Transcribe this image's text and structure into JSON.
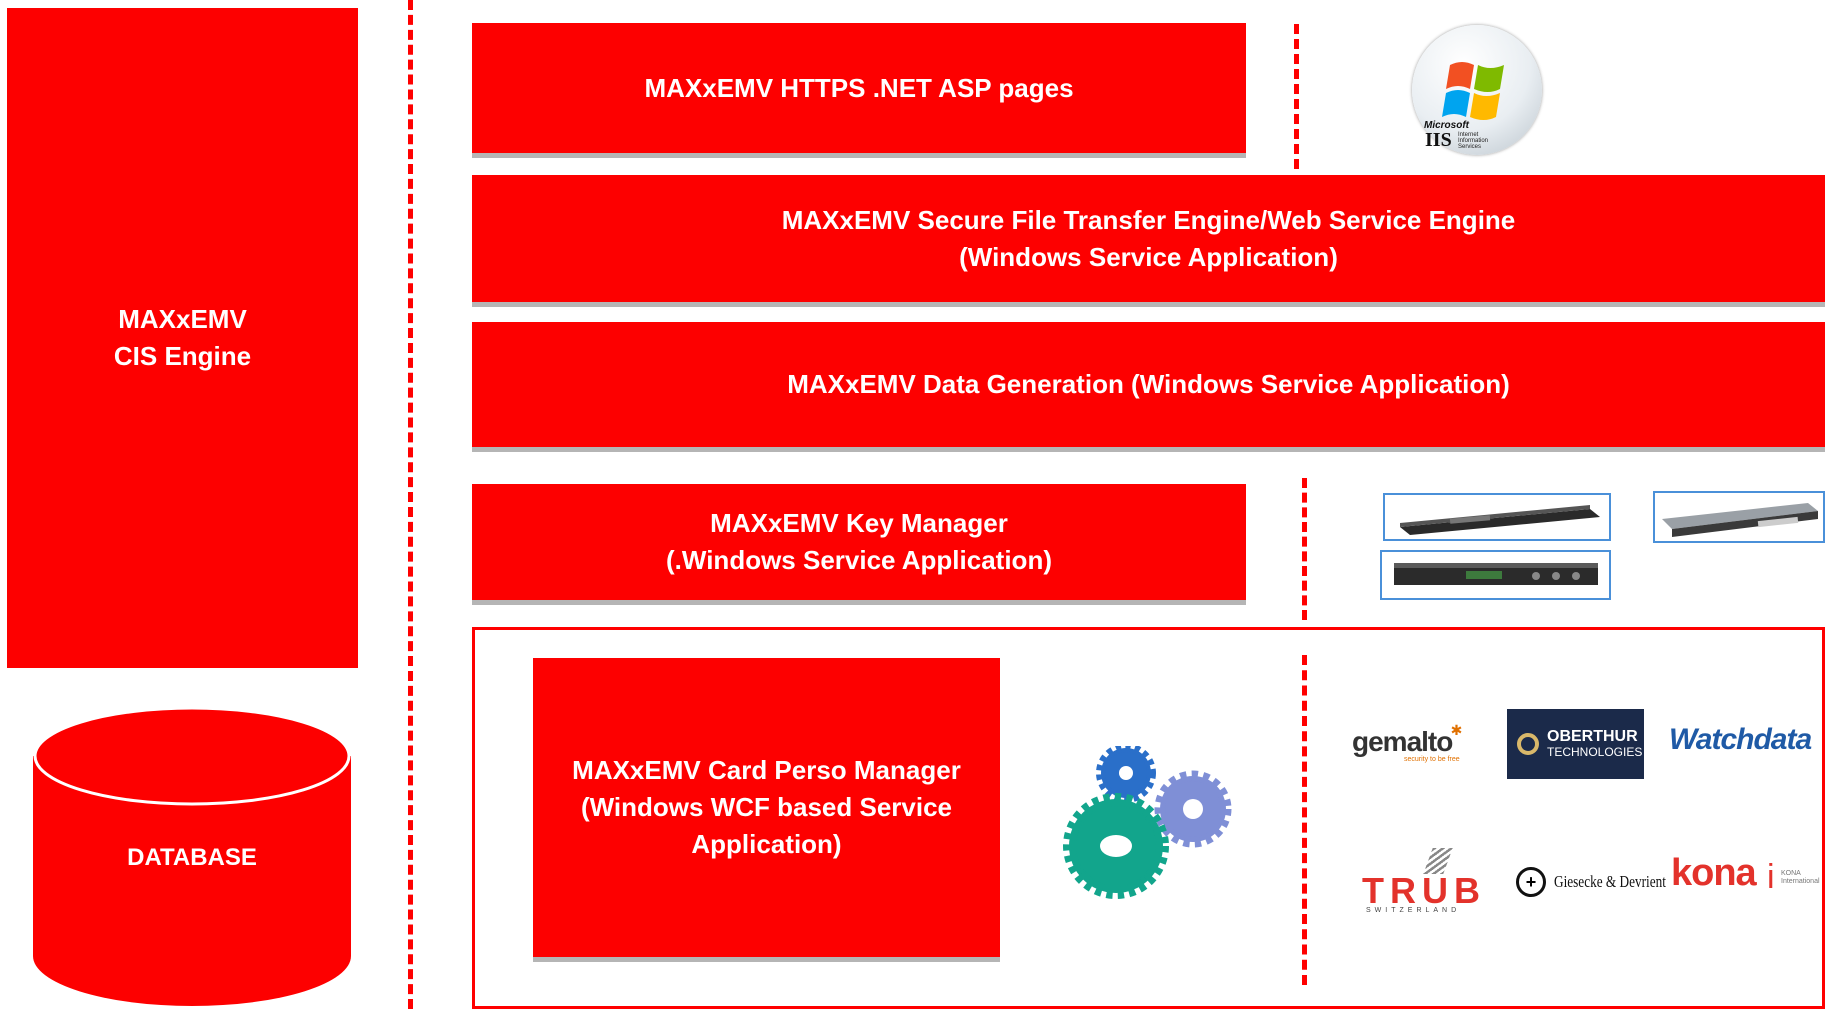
{
  "left": {
    "cis_engine": "MAXxEMV\nCIS Engine",
    "database": "DATABASE"
  },
  "layers": {
    "https_pages": "MAXxEMV HTTPS .NET ASP pages",
    "sft_engine": "MAXxEMV Secure File Transfer Engine/Web Service Engine\n(Windows Service Application)",
    "data_generation": "MAXxEMV Data Generation (Windows Service Application)",
    "key_manager": "MAXxEMV Key Manager\n(.Windows Service Application)",
    "card_perso": "MAXxEMV Card Perso Manager\n(Windows WCF based Service\nApplication)"
  },
  "iis_logo": {
    "brand": "Microsoft",
    "product": "IIS",
    "sub": "Internet\nInformation\nServices"
  },
  "vendor_logos": {
    "gemalto": "gemalto",
    "gemalto_tag": "security to be free",
    "oberthur_line1": "OBERTHUR",
    "oberthur_line2": "TECHNOLOGIES",
    "watchdata": "Watchdata",
    "trub": "TRUB",
    "trub_sub": "SWITZERLAND",
    "gd": "Giesecke & Devrient",
    "kona": "KONA",
    "kona_sub": "KONA\nInternational"
  },
  "colors": {
    "primary_red": "#fd0000",
    "shadow_gray": "#b5b5b5",
    "hsm_border": "#4a90d9",
    "oberthur_bg": "#1b2a4a",
    "watchdata_blue": "#1f5aa6",
    "gear_blue": "#2a6fc9",
    "gear_lavender": "#7f8fd6",
    "gear_teal": "#12a58c"
  },
  "icons": {
    "iis": "windows-flag-icon",
    "hsm": "hsm-device-icon",
    "gears": "gears-icon"
  }
}
